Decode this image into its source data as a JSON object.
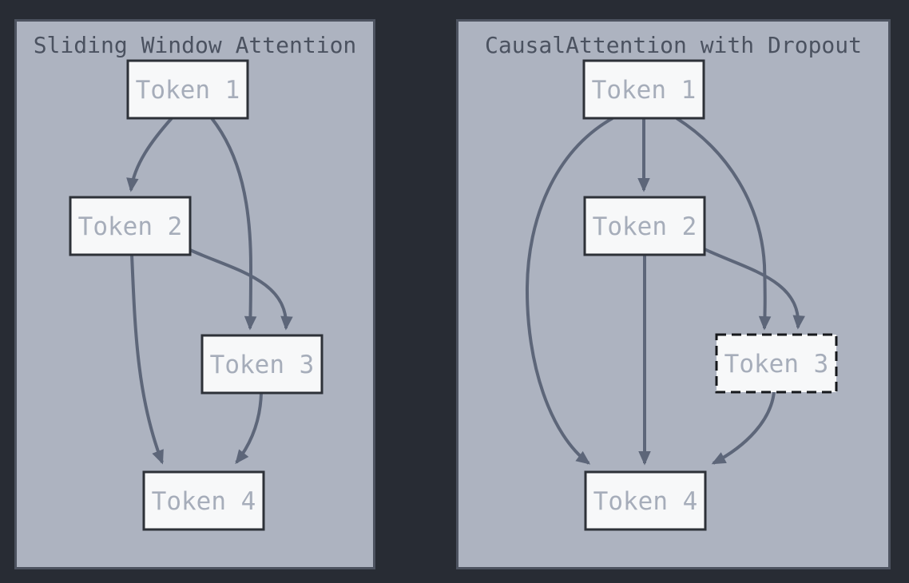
{
  "colors": {
    "background": "#282c34",
    "panel_fill": "#adb3c0",
    "panel_border": "#4d5360",
    "edge": "#5d6679",
    "node_fill": "#f7f8f9",
    "node_border": "#2d3138",
    "node_border_dropped": "#16181c",
    "node_text": "#a6adba",
    "title_text": "#4b5260"
  },
  "panels": [
    {
      "title": "Sliding Window Attention",
      "nodes": [
        {
          "label": "Token 1",
          "style": "solid"
        },
        {
          "label": "Token 2",
          "style": "solid"
        },
        {
          "label": "Token 3",
          "style": "solid"
        },
        {
          "label": "Token 4",
          "style": "solid"
        }
      ],
      "edges": [
        {
          "from": "Token 1",
          "to": "Token 2"
        },
        {
          "from": "Token 1",
          "to": "Token 3"
        },
        {
          "from": "Token 2",
          "to": "Token 3"
        },
        {
          "from": "Token 2",
          "to": "Token 4"
        },
        {
          "from": "Token 3",
          "to": "Token 4"
        }
      ]
    },
    {
      "title": "CausalAttention with Dropout",
      "nodes": [
        {
          "label": "Token 1",
          "style": "solid"
        },
        {
          "label": "Token 2",
          "style": "solid"
        },
        {
          "label": "Token 3",
          "style": "dashed"
        },
        {
          "label": "Token 4",
          "style": "solid"
        }
      ],
      "edges": [
        {
          "from": "Token 1",
          "to": "Token 2"
        },
        {
          "from": "Token 1",
          "to": "Token 3"
        },
        {
          "from": "Token 1",
          "to": "Token 4"
        },
        {
          "from": "Token 2",
          "to": "Token 3"
        },
        {
          "from": "Token 2",
          "to": "Token 4"
        },
        {
          "from": "Token 3",
          "to": "Token 4"
        }
      ]
    }
  ]
}
